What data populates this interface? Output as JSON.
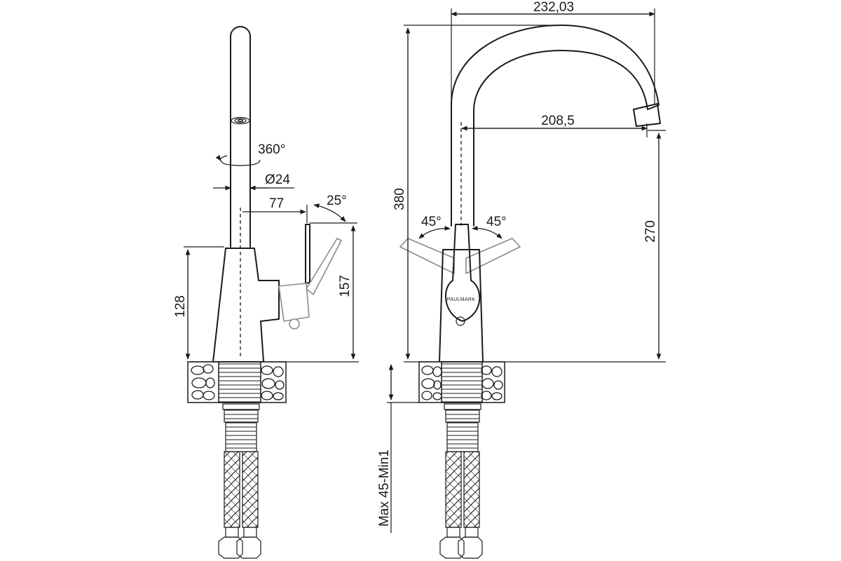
{
  "side_view": {
    "rotation": "360°",
    "diameter": "Ø24",
    "spout_offset": "77",
    "lever_angle": "25°",
    "body_height": "128",
    "lever_height": "157"
  },
  "front_view": {
    "total_width": "232,03",
    "spout_reach": "208,5",
    "total_height": "380",
    "spout_height": "270",
    "lever_left_angle": "45°",
    "lever_right_angle": "45°",
    "brand": "PAULMARK",
    "mount_thickness": "Max 45-Min1"
  }
}
